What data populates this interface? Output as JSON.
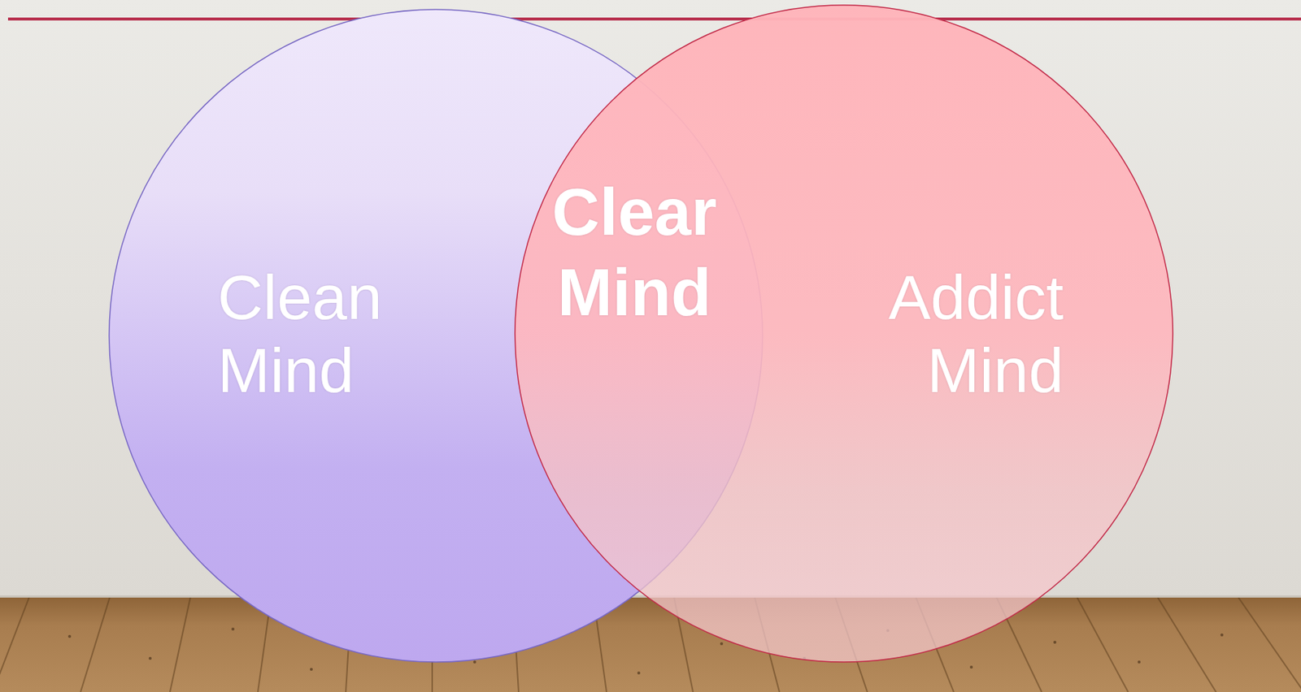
{
  "diagram": {
    "nodes": [
      {
        "text": [
          "Clean Mind"
        ]
      },
      {
        "text": [
          "Addict Mind"
        ]
      }
    ],
    "labels": [
      "Clear Mind"
    ]
  }
}
